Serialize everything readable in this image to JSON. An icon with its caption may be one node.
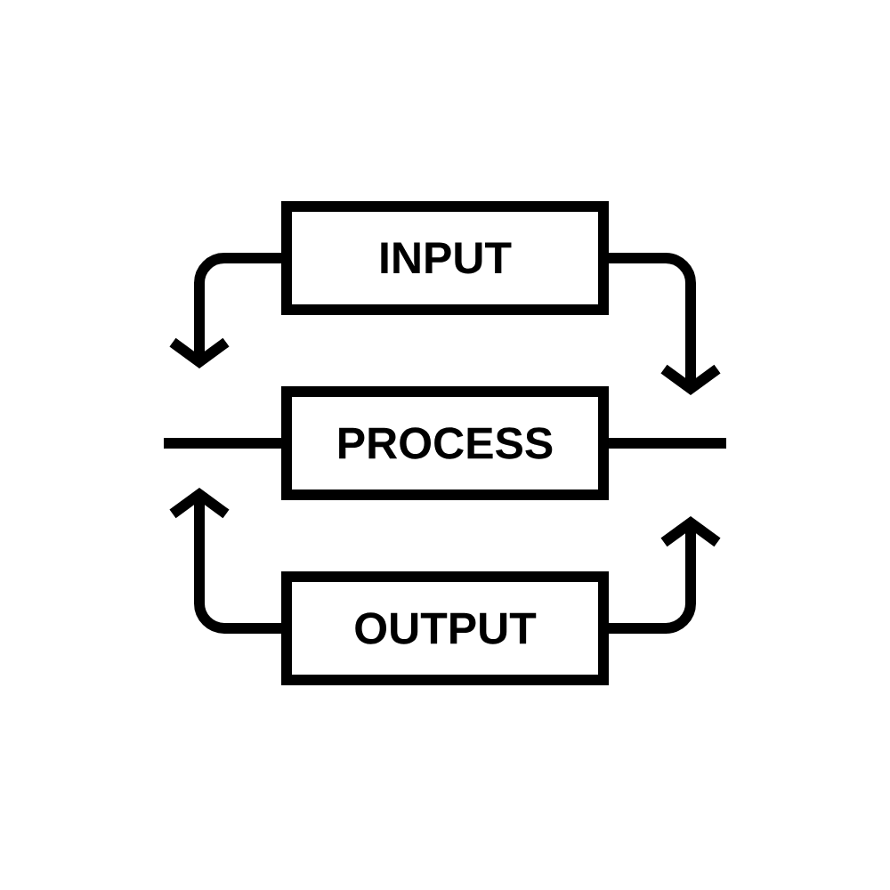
{
  "diagram": {
    "nodes": [
      {
        "text": [
          "INPUT"
        ]
      },
      {
        "text": [
          "PROCESS"
        ]
      },
      {
        "text": [
          "OUTPUT"
        ]
      }
    ],
    "edges": [
      {
        "from": 0,
        "to": null,
        "arrow": "to"
      },
      {
        "from": 0,
        "to": null,
        "arrow": "to"
      },
      {
        "from": 2,
        "to": null,
        "arrow": "to"
      },
      {
        "from": 2,
        "to": null,
        "arrow": "to"
      },
      {
        "from": 1,
        "to": null,
        "arrow": "none"
      },
      {
        "from": 1,
        "to": null,
        "arrow": "none"
      }
    ]
  }
}
